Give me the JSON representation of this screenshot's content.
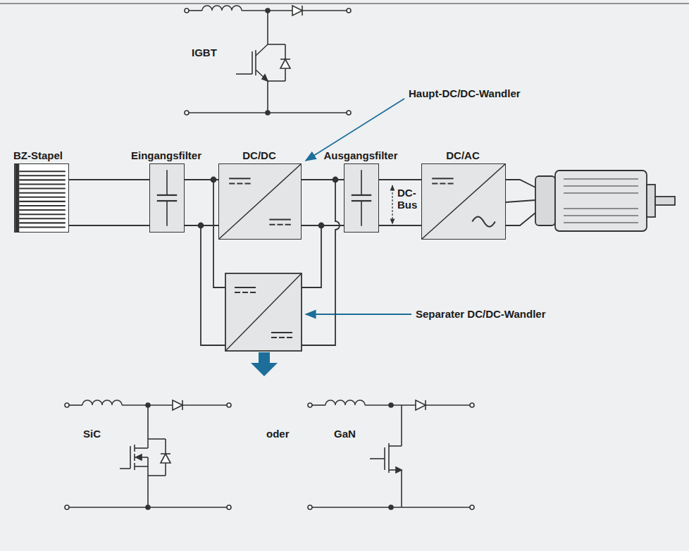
{
  "diagram": {
    "nodes": [
      {
        "text": [
          "BZ-Stapel"
        ]
      },
      {
        "text": [
          "Eingangsfilter"
        ]
      },
      {
        "text": [
          "DC/DC"
        ]
      },
      {
        "text": [
          "Ausgangsfilter"
        ]
      },
      {
        "text": [
          "DC/AC"
        ]
      }
    ],
    "edges": [
      {
        "from": 0,
        "to": 1,
        "arrow": "none"
      },
      {
        "from": 1,
        "to": 2,
        "arrow": "none"
      },
      {
        "from": 2,
        "to": 3,
        "arrow": "none"
      },
      {
        "from": 3,
        "to": 4,
        "arrow": "none"
      }
    ],
    "labels": [
      "IGBT",
      "Haupt-DC/DC-Wandler",
      "DC- Bus",
      "Separater DC/DC-Wandler",
      "SiC",
      "oder",
      "GaN"
    ]
  }
}
